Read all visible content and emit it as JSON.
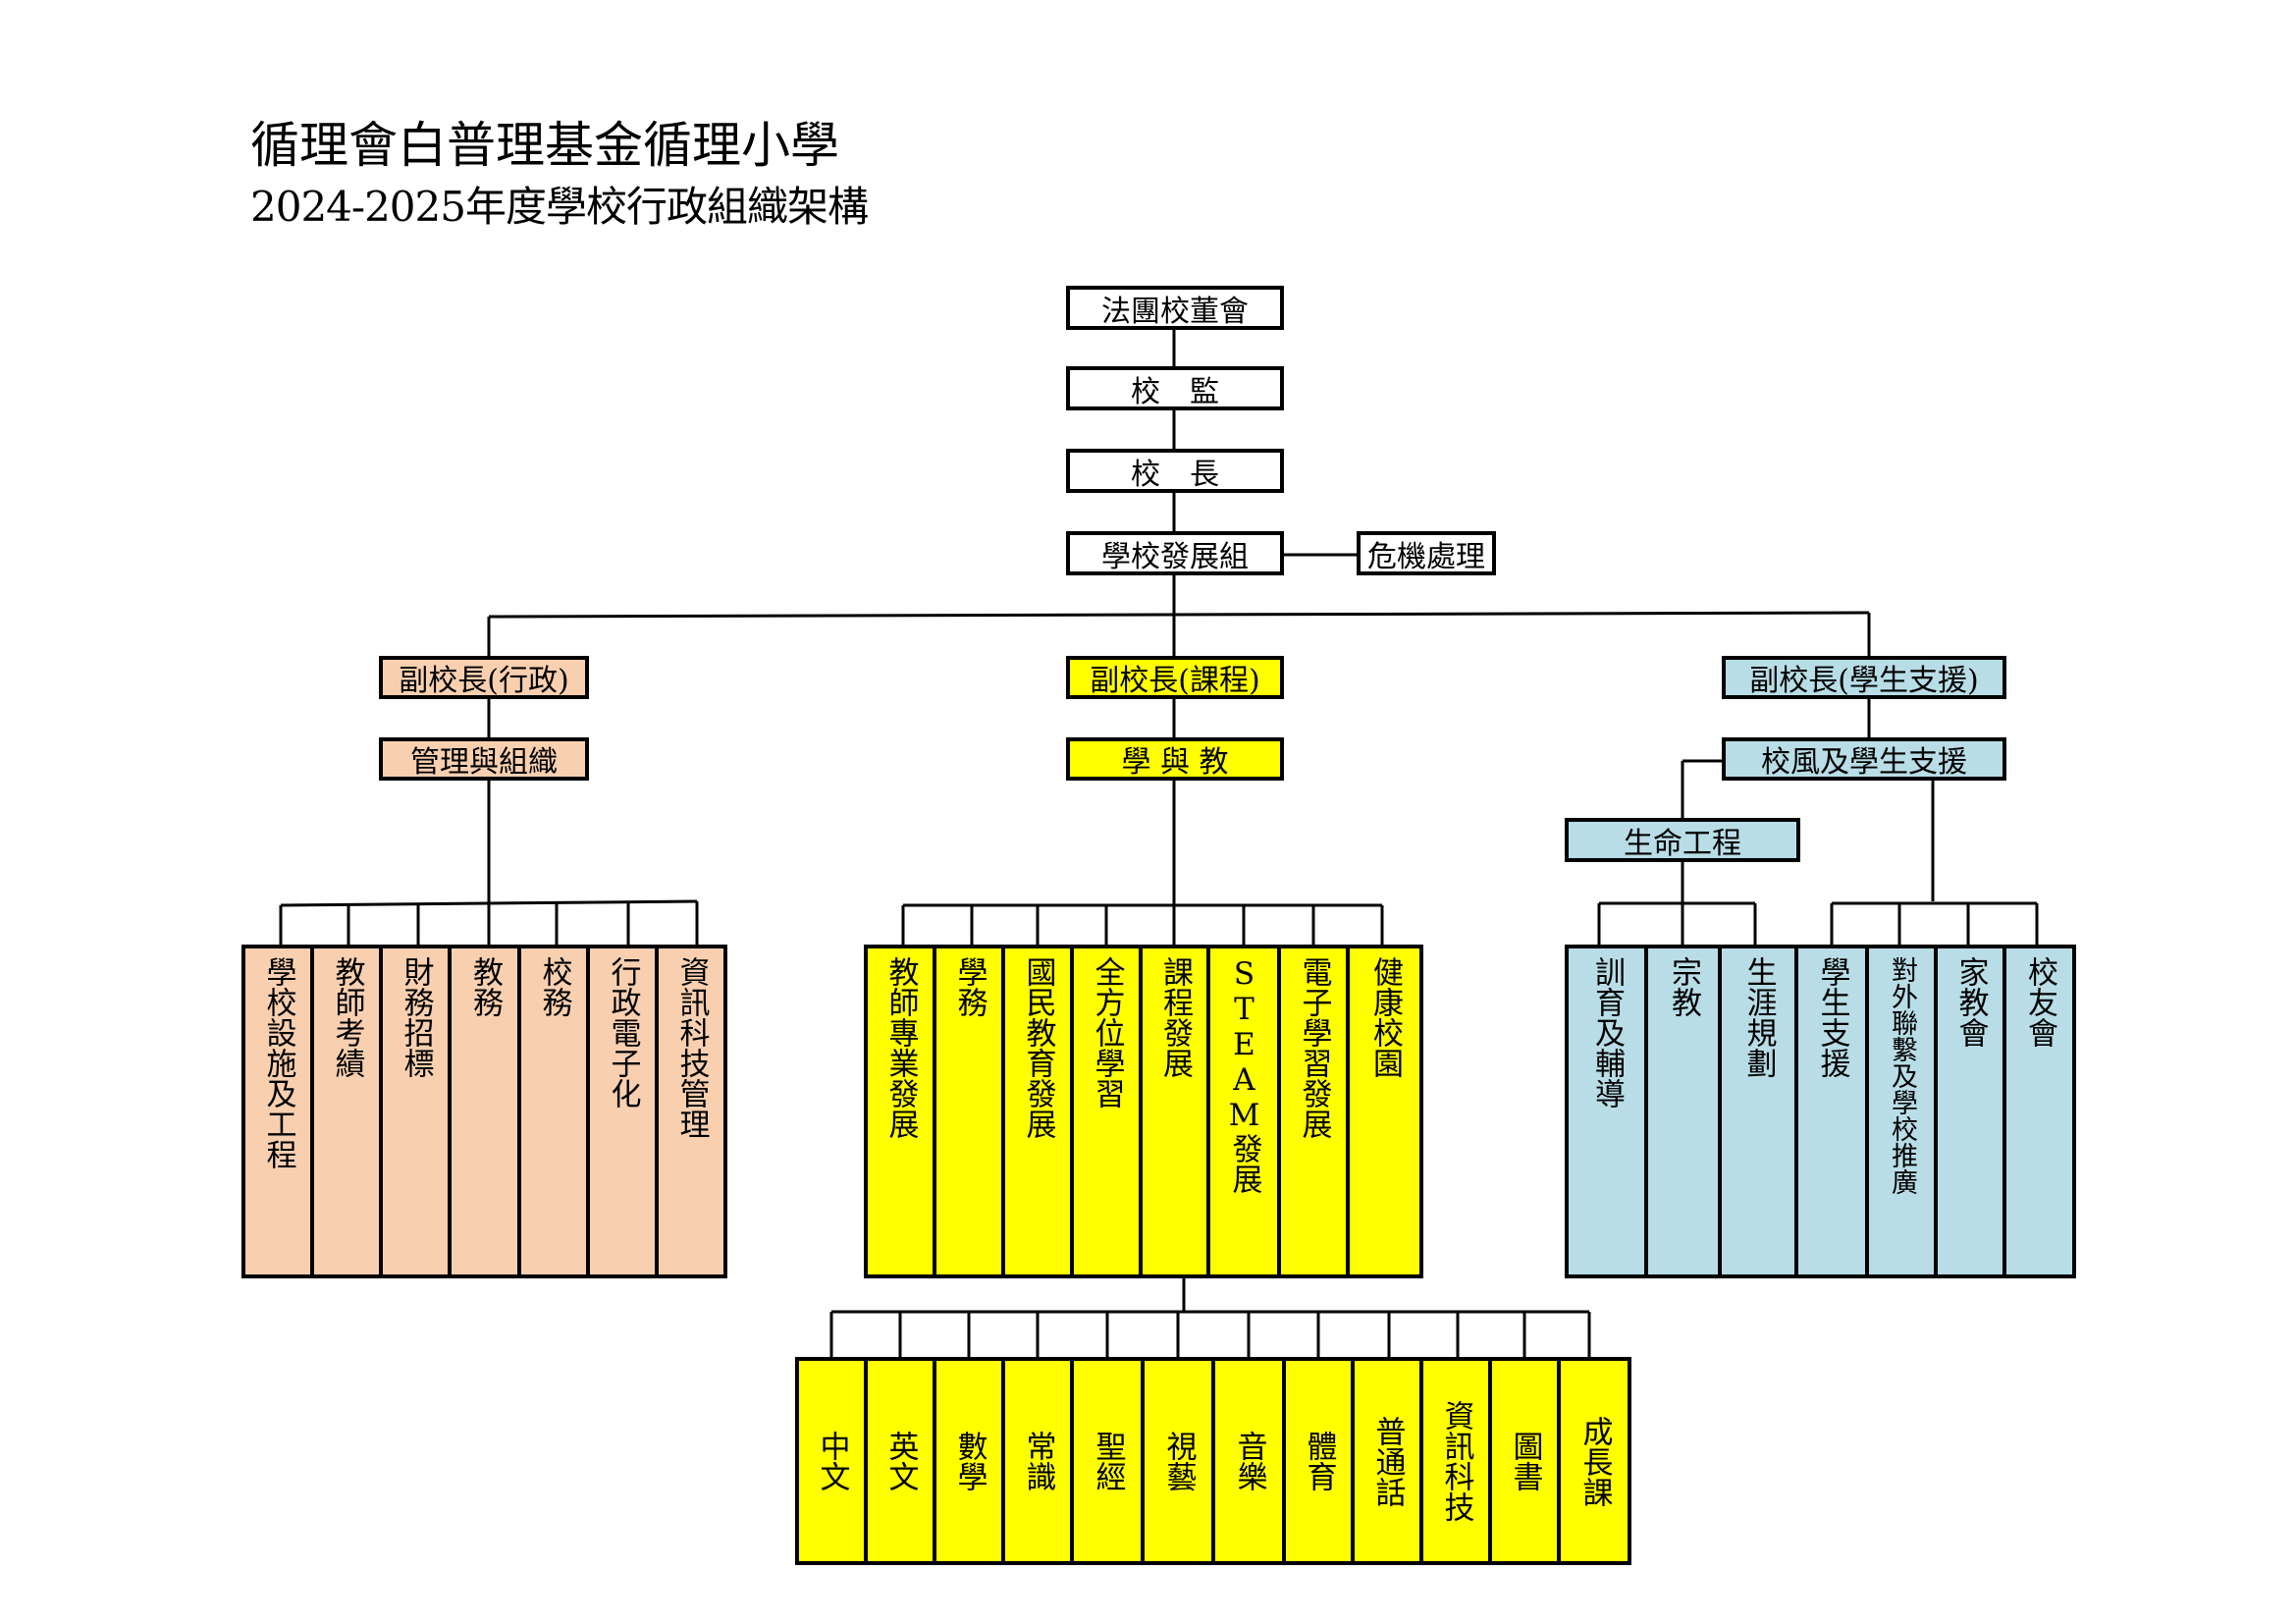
{
  "header": {
    "title": "循理會白普理基金循理小學",
    "subtitle": "2024-2025年度學校行政組織架構"
  },
  "top_chain": {
    "board": "法團校董會",
    "supervisor": "校　監",
    "principal": "校　長",
    "development": "學校發展組",
    "crisis": "危機處理"
  },
  "branches": {
    "admin": {
      "head": "副校長(行政)",
      "group": "管理與組織",
      "items": [
        "學校設施及工程",
        "教師考績",
        "財務招標",
        "教務",
        "校務",
        "行政電子化",
        "資訊科技管理"
      ]
    },
    "curriculum": {
      "head": "副校長(課程)",
      "group": "學 與 教",
      "items": [
        "教師專業發展",
        "學務",
        "國民教育發展",
        "全方位學習",
        "課程發展",
        "STEAM發展",
        "電子學習發展",
        "健康校園"
      ],
      "subjects": [
        "中文",
        "英文",
        "數學",
        "常識",
        "聖經",
        "視藝",
        "音樂",
        "體育",
        "普通話",
        "資訊科技",
        "圖書",
        "成長課"
      ]
    },
    "support": {
      "head": "副校長(學生支援)",
      "group": "校風及學生支援",
      "life": "生命工程",
      "items": [
        "訓育及輔導",
        "宗教",
        "生涯規劃",
        "學生支援",
        "對外聯繫及學校推廣",
        "家教會",
        "校友會"
      ]
    }
  },
  "colors": {
    "admin": "#f8d0b0",
    "curriculum": "#ffff00",
    "support": "#b8dde6"
  }
}
